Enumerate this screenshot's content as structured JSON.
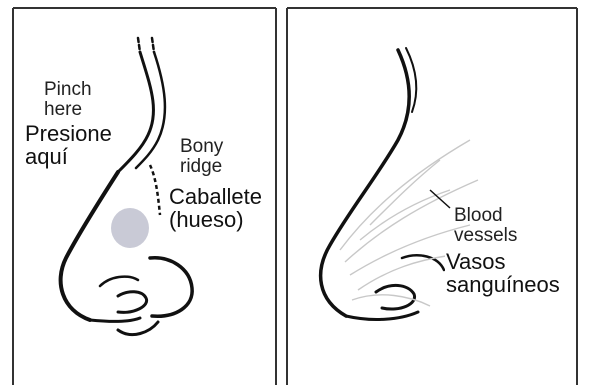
{
  "left_panel": {
    "english_label_pinch": [
      "Pinch",
      "here"
    ],
    "english_label_ridge": [
      "Bony",
      "ridge"
    ],
    "spanish_label_pinch": [
      "Presione",
      "aquí"
    ],
    "spanish_label_ridge": [
      "Caballete",
      "(hueso)"
    ]
  },
  "right_panel": {
    "english_label_vessels": [
      "Blood",
      "vessels"
    ],
    "spanish_label_vessels": [
      "Vasos",
      "sanguíneos"
    ]
  },
  "colors": {
    "frame": "#333333",
    "outline": "#111111",
    "pinch_spot": "#c9cad6",
    "vessels": "#c8c8c8"
  }
}
